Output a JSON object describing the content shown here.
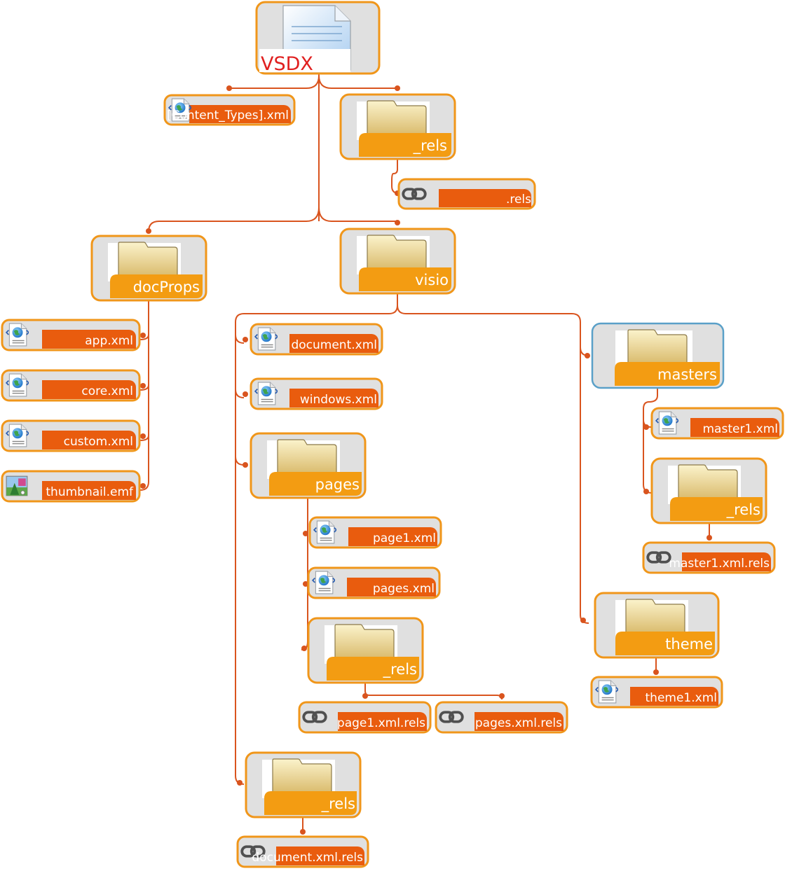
{
  "colors": {
    "connector": "#d9541e",
    "box_border": "#f0961a",
    "box_fill": "#e0e0e0",
    "file_band": "#e95c0e",
    "folder_band": "#f39c12",
    "root_label": "#e02020",
    "masters_highlight": "#5aa0c8"
  },
  "root": {
    "label": "VSDX",
    "icon": "document-icon"
  },
  "files": {
    "content_types": {
      "label": "[Content_Types].xml",
      "icon": "xml-icon"
    },
    "root_rels": {
      "label": ".rels",
      "icon": "link-icon"
    },
    "app": {
      "label": "app.xml",
      "icon": "xml-icon"
    },
    "core": {
      "label": "core.xml",
      "icon": "xml-icon"
    },
    "custom": {
      "label": "custom.xml",
      "icon": "xml-icon"
    },
    "thumbnail": {
      "label": "thumbnail.emf",
      "icon": "image-icon"
    },
    "document": {
      "label": "document.xml",
      "icon": "xml-icon"
    },
    "windows": {
      "label": "windows.xml",
      "icon": "xml-icon"
    },
    "page1": {
      "label": "page1.xml",
      "icon": "xml-icon"
    },
    "pages_xml": {
      "label": "pages.xml",
      "icon": "xml-icon"
    },
    "page1_rels": {
      "label": "page1.xml.rels",
      "icon": "link-icon"
    },
    "pages_rels": {
      "label": "pages.xml.rels",
      "icon": "link-icon"
    },
    "document_rels": {
      "label": "document.xml.rels",
      "icon": "link-icon"
    },
    "master1": {
      "label": "master1.xml",
      "icon": "xml-icon"
    },
    "master1_rels": {
      "label": "master1.xml.rels",
      "icon": "link-icon"
    },
    "theme1": {
      "label": "theme1.xml",
      "icon": "xml-icon"
    }
  },
  "folders": {
    "rels_root": {
      "label": "_rels",
      "icon": "folder-icon"
    },
    "docProps": {
      "label": "docProps",
      "icon": "folder-icon"
    },
    "visio": {
      "label": "visio",
      "icon": "folder-icon"
    },
    "pages": {
      "label": "pages",
      "icon": "folder-icon"
    },
    "pages_rels": {
      "label": "_rels",
      "icon": "folder-icon"
    },
    "visio_rels": {
      "label": "_rels",
      "icon": "folder-icon"
    },
    "masters": {
      "label": "masters",
      "icon": "folder-icon"
    },
    "masters_rels": {
      "label": "_rels",
      "icon": "folder-icon"
    },
    "theme": {
      "label": "theme",
      "icon": "folder-icon"
    }
  }
}
